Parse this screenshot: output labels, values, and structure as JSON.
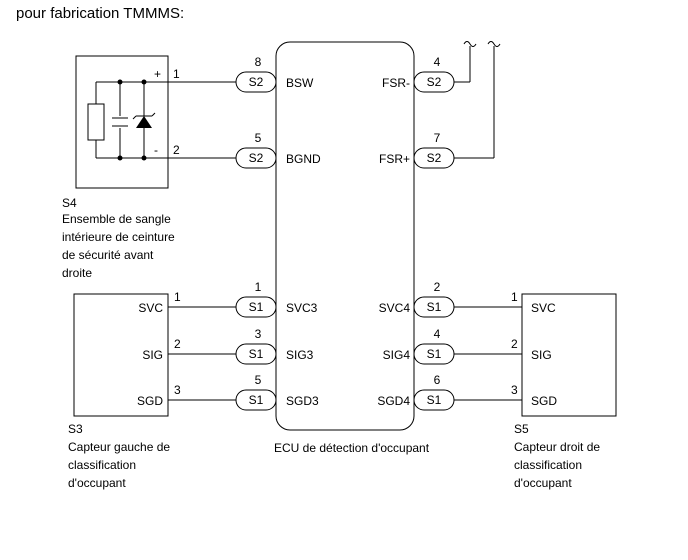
{
  "title": "pour fabrication TMMMS:",
  "ecu": {
    "label": "ECU de détection d'occupant",
    "left_signals": [
      "BSW",
      "BGND",
      "SVC3",
      "SIG3",
      "SGD3"
    ],
    "right_signals": [
      "FSR-",
      "FSR+",
      "SVC4",
      "SIG4",
      "SGD4"
    ]
  },
  "connectors": {
    "left": [
      {
        "pin": "8",
        "conn": "S2"
      },
      {
        "pin": "5",
        "conn": "S2"
      },
      {
        "pin": "1",
        "conn": "S1"
      },
      {
        "pin": "3",
        "conn": "S1"
      },
      {
        "pin": "5",
        "conn": "S1"
      }
    ],
    "right": [
      {
        "pin": "4",
        "conn": "S2"
      },
      {
        "pin": "7",
        "conn": "S2"
      },
      {
        "pin": "2",
        "conn": "S1"
      },
      {
        "pin": "4",
        "conn": "S1"
      },
      {
        "pin": "6",
        "conn": "S1"
      }
    ]
  },
  "s4": {
    "id": "S4",
    "desc": [
      "Ensemble de sangle",
      "intérieure de ceinture",
      "de sécurité avant",
      "droite"
    ],
    "plus": "+",
    "minus": "-",
    "pins": [
      "1",
      "2"
    ]
  },
  "s3": {
    "id": "S3",
    "desc": [
      "Capteur gauche de",
      "classification",
      "d'occupant"
    ],
    "signals": [
      "SVC",
      "SIG",
      "SGD"
    ],
    "pins": [
      "1",
      "2",
      "3"
    ]
  },
  "s5": {
    "id": "S5",
    "desc": [
      "Capteur droit de",
      "classification",
      "d'occupant"
    ],
    "signals": [
      "SVC",
      "SIG",
      "SGD"
    ],
    "pins": [
      "1",
      "2",
      "3"
    ]
  }
}
